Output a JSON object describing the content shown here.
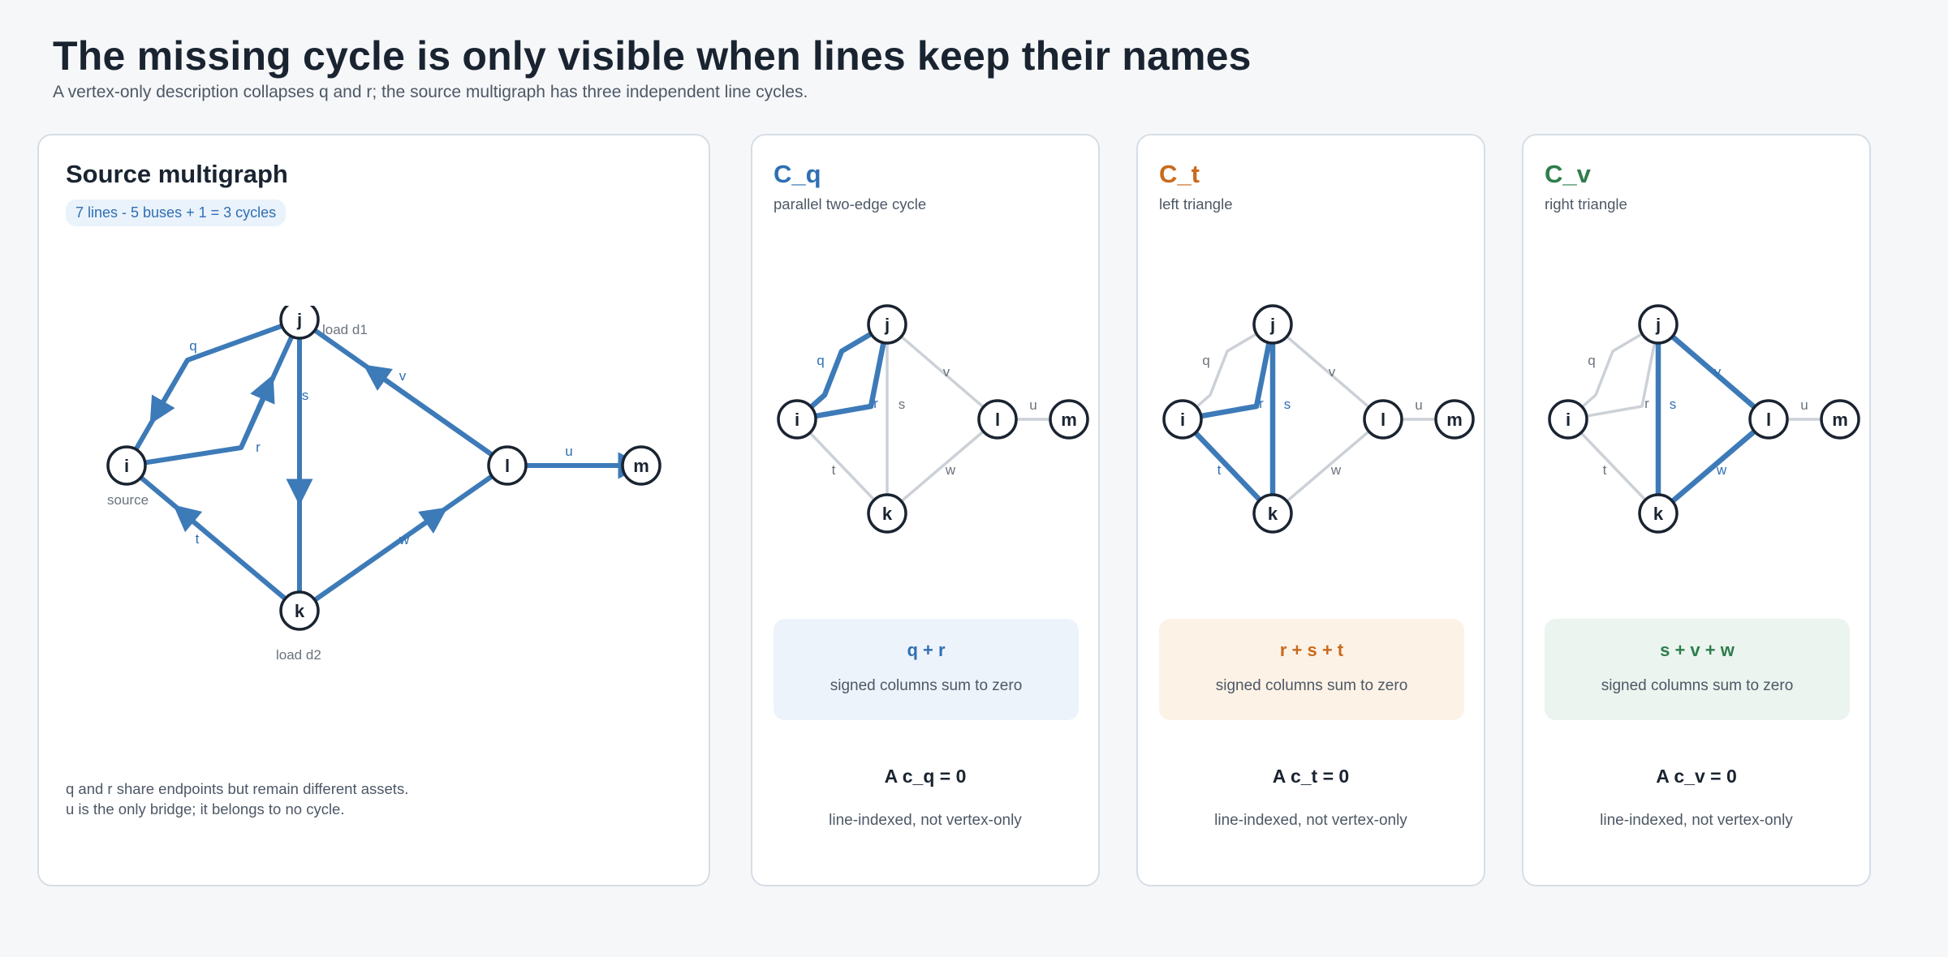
{
  "header": {
    "title": "The missing cycle is only visible when lines keep their names",
    "subtitle": "A vertex-only description collapses q and r; the source multigraph has three independent line cycles."
  },
  "source": {
    "heading": "Source multigraph",
    "badge": "7 lines - 5 buses + 1 = 3 cycles",
    "annotations": {
      "source": "source",
      "load_d1": "load d1",
      "load_d2": "load d2"
    },
    "notes": [
      "q and r share endpoints but remain different assets.",
      "u is the only bridge; it belongs to no cycle."
    ]
  },
  "graph": {
    "nodes": [
      "i",
      "j",
      "k",
      "l",
      "m"
    ],
    "lines": [
      "q",
      "r",
      "s",
      "t",
      "v",
      "w",
      "u"
    ]
  },
  "cycles": [
    {
      "name": "C_q",
      "description": "parallel two-edge cycle",
      "expression": "q + r",
      "signed_note": "signed columns sum to zero",
      "equation": "A c_q = 0",
      "footer": "line-indexed, not vertex-only",
      "highlight": [
        "q",
        "r"
      ],
      "color": "#3d7ab8"
    },
    {
      "name": "C_t",
      "description": "left triangle",
      "expression": "r + s + t",
      "signed_note": "signed columns sum to zero",
      "equation": "A c_t = 0",
      "footer": "line-indexed, not vertex-only",
      "highlight": [
        "r",
        "s",
        "t"
      ],
      "color": "#c96a1c"
    },
    {
      "name": "C_v",
      "description": "right triangle",
      "expression": "s + v + w",
      "signed_note": "signed columns sum to zero",
      "equation": "A c_v = 0",
      "footer": "line-indexed, not vertex-only",
      "highlight": [
        "s",
        "v",
        "w"
      ],
      "color": "#2e7d4c"
    }
  ],
  "colors": {
    "edge_blue": "#3d7ab8",
    "edge_gray": "#ccd1d7",
    "node_stroke": "#1a2431"
  }
}
